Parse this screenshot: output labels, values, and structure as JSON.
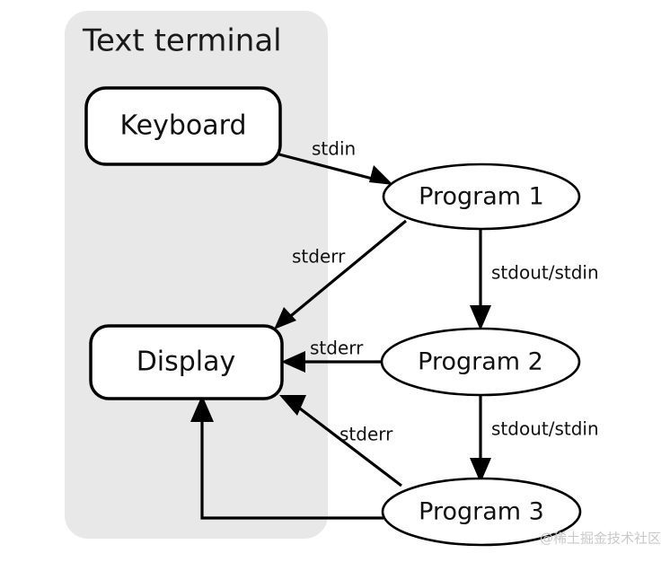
{
  "diagram": {
    "title": "Text terminal",
    "group_panel": {
      "label": "Text terminal",
      "fill_color": "#e8e8e8"
    },
    "nodes": [
      {
        "id": "keyboard",
        "label": "Keyboard",
        "shape": "rounded-rect",
        "font_size": 30
      },
      {
        "id": "display",
        "label": "Display",
        "shape": "rounded-rect",
        "font_size": 30
      },
      {
        "id": "program1",
        "label": "Program 1",
        "shape": "ellipse",
        "font_size": 27
      },
      {
        "id": "program2",
        "label": "Program 2",
        "shape": "ellipse",
        "font_size": 27
      },
      {
        "id": "program3",
        "label": "Program 3",
        "shape": "ellipse",
        "font_size": 27
      }
    ],
    "edges": [
      {
        "id": "e1",
        "from": "keyboard",
        "to": "program1",
        "label": "stdin"
      },
      {
        "id": "e2",
        "from": "program1",
        "to": "display",
        "label": "stderr"
      },
      {
        "id": "e3",
        "from": "program1",
        "to": "program2",
        "label": "stdout/stdin"
      },
      {
        "id": "e4",
        "from": "program2",
        "to": "display",
        "label": "stderr"
      },
      {
        "id": "e5",
        "from": "program2",
        "to": "program3",
        "label": "stdout/stdin"
      },
      {
        "id": "e6",
        "from": "program3",
        "to": "display",
        "label": "stderr"
      },
      {
        "id": "e7",
        "from": "program3",
        "to": "display",
        "label": ""
      }
    ],
    "labels": {
      "stdin": "stdin",
      "stderr_1": "stderr",
      "stderr_2": "stderr",
      "stderr_3": "stderr",
      "stdout_stdin_1": "stdout/stdin",
      "stdout_stdin_2": "stdout/stdin"
    },
    "watermark": "@稀土掘金技术社区",
    "colors": {
      "stroke": "#000000",
      "panel": "#e8e8e8",
      "node_fill": "#ffffff",
      "background": "#ffffff",
      "watermark": "#c9c9c9"
    }
  }
}
